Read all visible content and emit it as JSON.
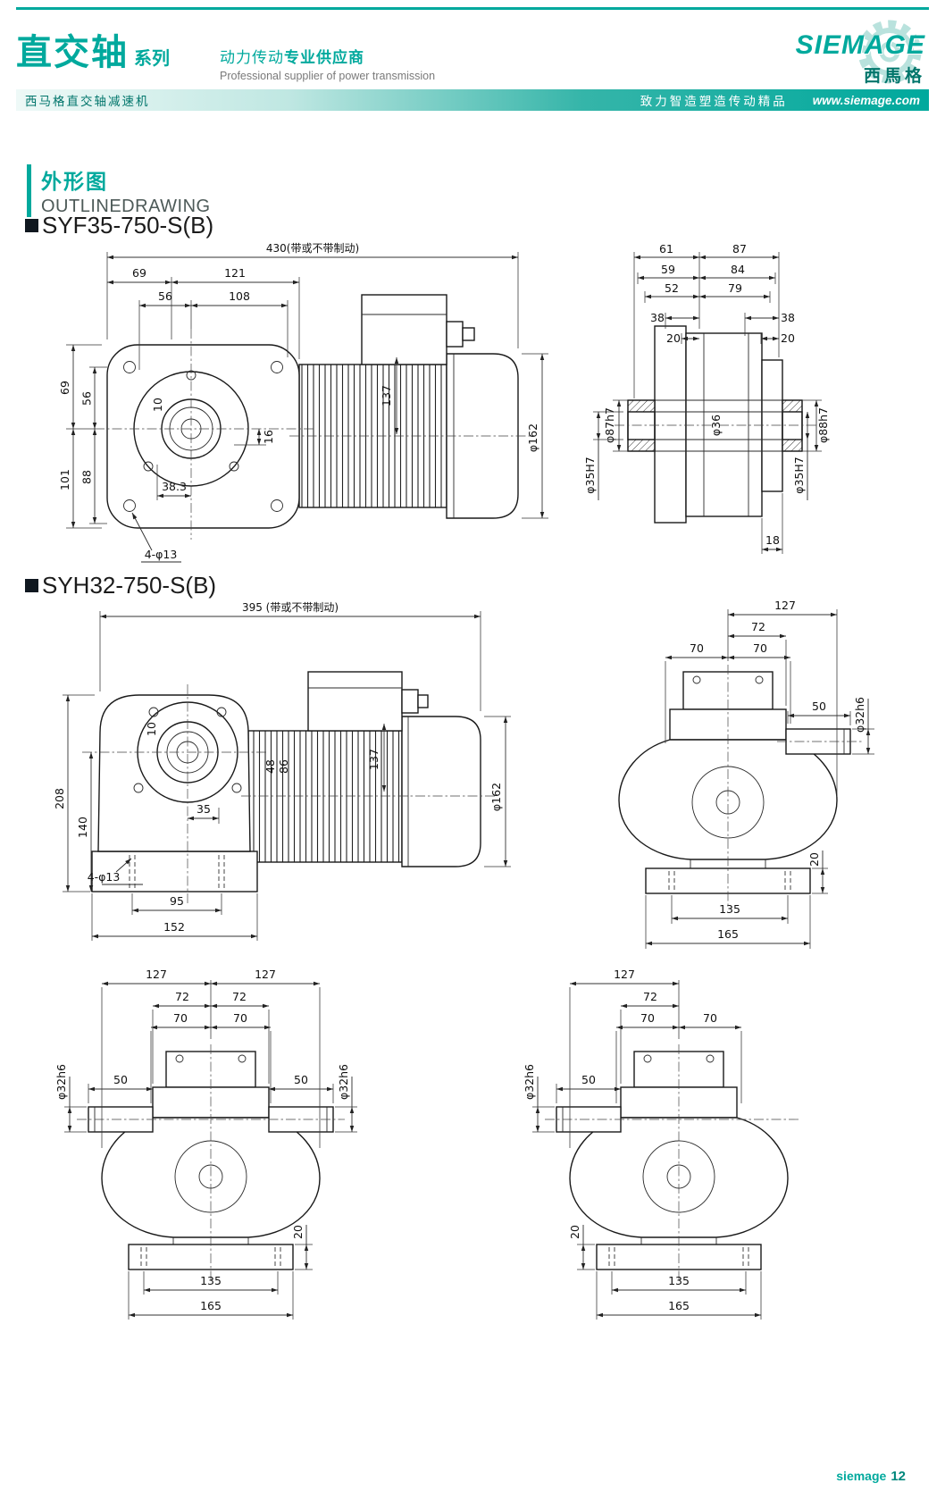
{
  "theme": {
    "accent": "#00a99d",
    "accent_dark": "#00756b",
    "accent_light": "#b9e2dd",
    "line_color": "#1a1a1a"
  },
  "header": {
    "series_title": "直交轴",
    "series_suffix": "系列",
    "tagline_cn_regular": "动力传动",
    "tagline_cn_bold": "专业供应商",
    "tagline_en": "Professional supplier of power transmission",
    "bar_left": "西马格直交轴减速机",
    "bar_right": "致力智造塑造传动精品",
    "website": "www.siemage.com",
    "logo": {
      "name": "SIEMAGE",
      "cn": "西馬格"
    }
  },
  "section": {
    "title_cn": "外形图",
    "title_en": "OUTLINEDRAWING"
  },
  "models": {
    "syf35": "SYF35-750-S(B)",
    "syh32": "SYH32-750-S(B)"
  },
  "drawings": {
    "syf35_front": {
      "overall": "430(带或不带制动)",
      "top_69": "69",
      "top_121": "121",
      "top_56": "56",
      "top_108": "108",
      "left_69": "69",
      "left_56": "56",
      "left_101": "101",
      "left_88": "88",
      "c_38_3": "38.3",
      "c_16": "16",
      "c_10": "10",
      "motor_137": "137",
      "dia_162": "φ162",
      "holes": "4-φ13"
    },
    "syf35_side": {
      "t1_61": "61",
      "t1_87": "87",
      "t2_59": "59",
      "t2_84": "84",
      "t3_52": "52",
      "t3_79": "79",
      "l_38": "38",
      "l_20": "20",
      "r_38": "38",
      "r_20": "20",
      "dia_87h7": "φ87h7",
      "dia_36": "φ36",
      "dia_88h7": "φ88h7",
      "dia_35H7_l": "φ35H7",
      "dia_35H7_r": "φ35H7",
      "b_18": "18"
    },
    "syh32_front": {
      "overall": "395 (带或不带制动)",
      "motor_137": "137",
      "dia_162": "φ162",
      "left_208": "208",
      "left_140": "140",
      "c_10": "10",
      "c_35": "35",
      "c_48": "48",
      "c_86": "86",
      "holes": "4-φ13",
      "b_95": "95",
      "b_152": "152"
    },
    "syh32_side": {
      "t_127": "127",
      "t_72": "72",
      "t_70l": "70",
      "t_70r": "70",
      "shaft_50": "50",
      "dia_32h6": "φ32h6",
      "base_20": "20",
      "b_135": "135",
      "b_165": "165"
    },
    "double_shaft": {
      "t_127l": "127",
      "t_127r": "127",
      "t_72l": "72",
      "t_72r": "72",
      "t_70l": "70",
      "t_70r": "70",
      "shaft_50l": "50",
      "shaft_50r": "50",
      "dia_32h6_l": "φ32h6",
      "dia_32h6_r": "φ32h6",
      "base_20": "20",
      "b_135": "135",
      "b_165": "165"
    },
    "single_shaft": {
      "t_127": "127",
      "t_72": "72",
      "t_70l": "70",
      "t_70r": "70",
      "shaft_50": "50",
      "dia_32h6": "φ32h6",
      "base_20": "20",
      "b_135": "135",
      "b_165": "165"
    }
  },
  "footer": {
    "brand": "siemage",
    "page": "12"
  }
}
